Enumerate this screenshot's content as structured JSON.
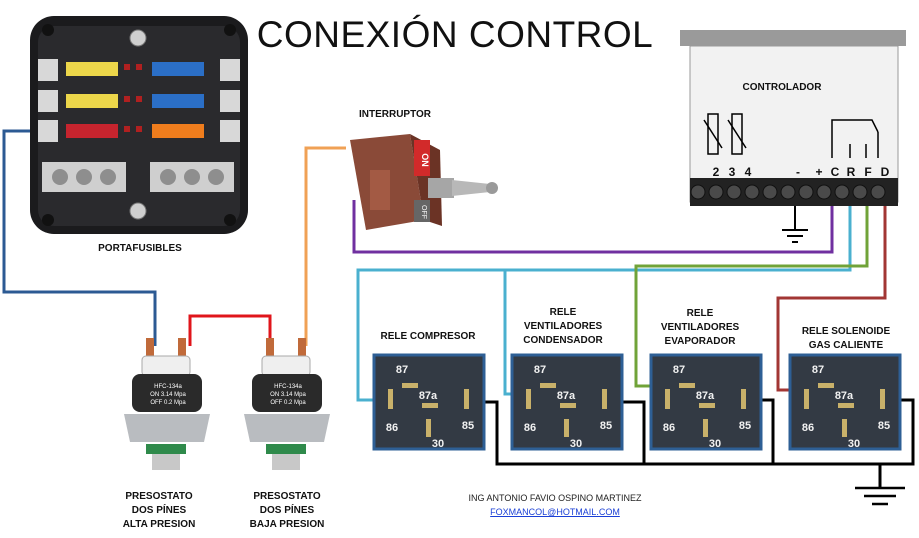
{
  "title": "CONEXIÓN CONTROL",
  "fuse_box": {
    "label": "PORTAFUSIBLES"
  },
  "switch": {
    "label": "INTERRUPTOR",
    "on_text": "ON",
    "off_text": "OFF"
  },
  "controller": {
    "label": "CONTROLADOR",
    "terminals": [
      "2",
      "3",
      "4",
      "-",
      "+",
      "C",
      "R",
      "F",
      "D"
    ]
  },
  "pressostats": [
    {
      "lines": [
        "PRESOSTATO",
        "DOS PÍNES",
        "ALTA PRESION"
      ],
      "tag": [
        "HFC-134a",
        "ON  3.14 Mpa",
        "OFF 0.2 Mpa"
      ]
    },
    {
      "lines": [
        "PRESOSTATO",
        "DOS PÍNES",
        "BAJA PRESION"
      ],
      "tag": [
        "HFC-134a",
        "ON  3.14 Mpa",
        "OFF 0.2 Mpa"
      ]
    }
  ],
  "relays": [
    {
      "lines": [
        "RELE COMPRESOR"
      ]
    },
    {
      "lines": [
        "RELE",
        "VENTILADORES",
        "CONDENSADOR"
      ]
    },
    {
      "lines": [
        "RELE",
        "VENTILADORES",
        "EVAPORADOR"
      ]
    },
    {
      "lines": [
        "RELE SOLENOIDE",
        "GAS CALIENTE"
      ]
    }
  ],
  "relay_pins": {
    "p87": "87",
    "p87a": "87a",
    "p86": "86",
    "p85": "85",
    "p30": "30"
  },
  "footer": {
    "author": "ING ANTONIO FAVIO OSPINO MARTINEZ",
    "email": "FOXMANCOL@HOTMAIL.COM"
  },
  "colors": {
    "wire_blue": "#2c5a93",
    "wire_red": "#e0151b",
    "wire_orange": "#f0a155",
    "wire_purple": "#7030a0",
    "wire_cyan": "#4ab0cf",
    "wire_green": "#70a338",
    "wire_darkred": "#a23634",
    "wire_black": "#000000",
    "relay_body": "#333a44",
    "relay_border": "#2e5f95",
    "relay_pin": "#c9b16a"
  }
}
